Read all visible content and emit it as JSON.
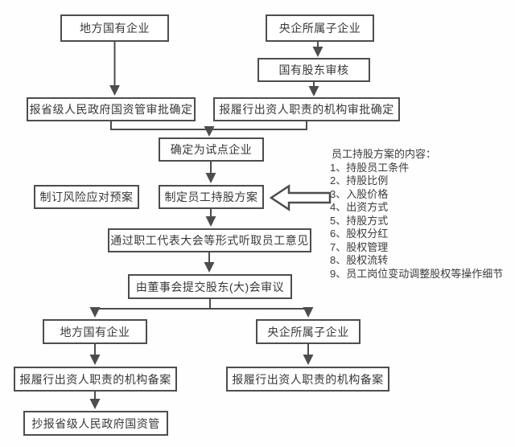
{
  "diagram": {
    "title_hint": "员工持股试点企业审批流程图",
    "nodes": {
      "local_top": "地方国有企业",
      "central_top": "央企所属子企业",
      "shareholder_review": "国有股东审核",
      "provincial_approval": "报省级人民政府国资管审批确定",
      "investor_approval": "报履行出资人职责的机构审批确定",
      "pilot": "确定为试点企业",
      "risk_plan": "制订风险应对预案",
      "draft_plan": "制定员工持股方案",
      "opinions": "通过职工代表大会等形式听取员工意见",
      "board": "由董事会提交股东(大)会审议",
      "local_bottom": "地方国有企业",
      "central_bottom": "央企所属子企业",
      "filing_left": "报履行出资人职责的机构备案",
      "filing_right": "报履行出资人职责的机构备案",
      "copy_provincial": "抄报省级人民政府国资管"
    },
    "annotation": {
      "title": "员工持股方案的内容：",
      "items": [
        "1、持股员工条件",
        "2、持股比例",
        "3、入股价格",
        "4、出资方式",
        "5、持股方式",
        "6、股权分红",
        "7、股权管理",
        "8、股权流转",
        "9、员工岗位变动调整股权等操作细节"
      ]
    },
    "colors": {
      "line": "#4d4d4d",
      "text": "#383838",
      "box_background": "#ffffff",
      "page_background": "#fefefe"
    }
  }
}
